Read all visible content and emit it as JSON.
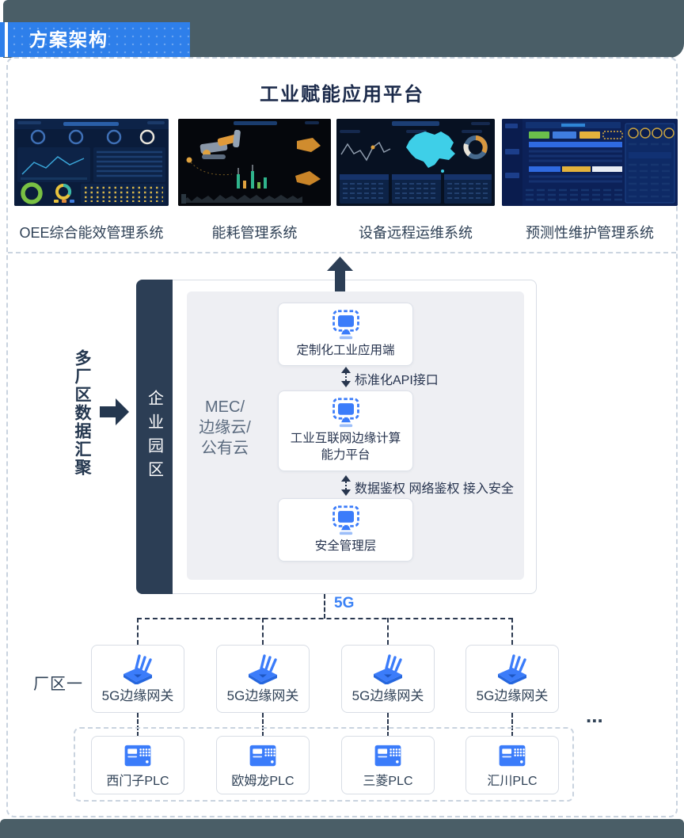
{
  "header": {
    "tab_title": "方案架构"
  },
  "platform": {
    "title": "工业赋能应用平台",
    "systems": [
      {
        "label": "OEE综合能效管理系统"
      },
      {
        "label": "能耗管理系统"
      },
      {
        "label": "设备远程运维系统"
      },
      {
        "label": "预测性维护管理系统"
      }
    ]
  },
  "architecture": {
    "left_flow_label": "多厂区数据汇聚",
    "campus_label": "企业园区",
    "cloud_label_lines": [
      "MEC/",
      "边缘云/",
      "公有云"
    ],
    "nodes": [
      {
        "label": "定制化工业应用端"
      },
      {
        "label": "工业互联网边缘计算能力平台"
      },
      {
        "label": "安全管理层"
      }
    ],
    "connector_labels": [
      "标准化API接口",
      "数据鉴权 网络鉴权 接入安全"
    ]
  },
  "network": {
    "label": "5G"
  },
  "edge": {
    "zone_label": "厂区一",
    "gateways": [
      {
        "label": "5G边缘网关"
      },
      {
        "label": "5G边缘网关"
      },
      {
        "label": "5G边缘网关"
      },
      {
        "label": "5G边缘网关"
      }
    ],
    "plcs": [
      {
        "label": "西门子PLC"
      },
      {
        "label": "欧姆龙PLC"
      },
      {
        "label": "三菱PLC"
      },
      {
        "label": "汇川PLC"
      }
    ],
    "more_label": "..."
  },
  "colors": {
    "accent_blue": "#2E7FEA",
    "icon_blue": "#3B7CFA",
    "navy": "#2C3E55",
    "slate_band": "#4A5E67",
    "link_blue": "#3B82F6"
  }
}
